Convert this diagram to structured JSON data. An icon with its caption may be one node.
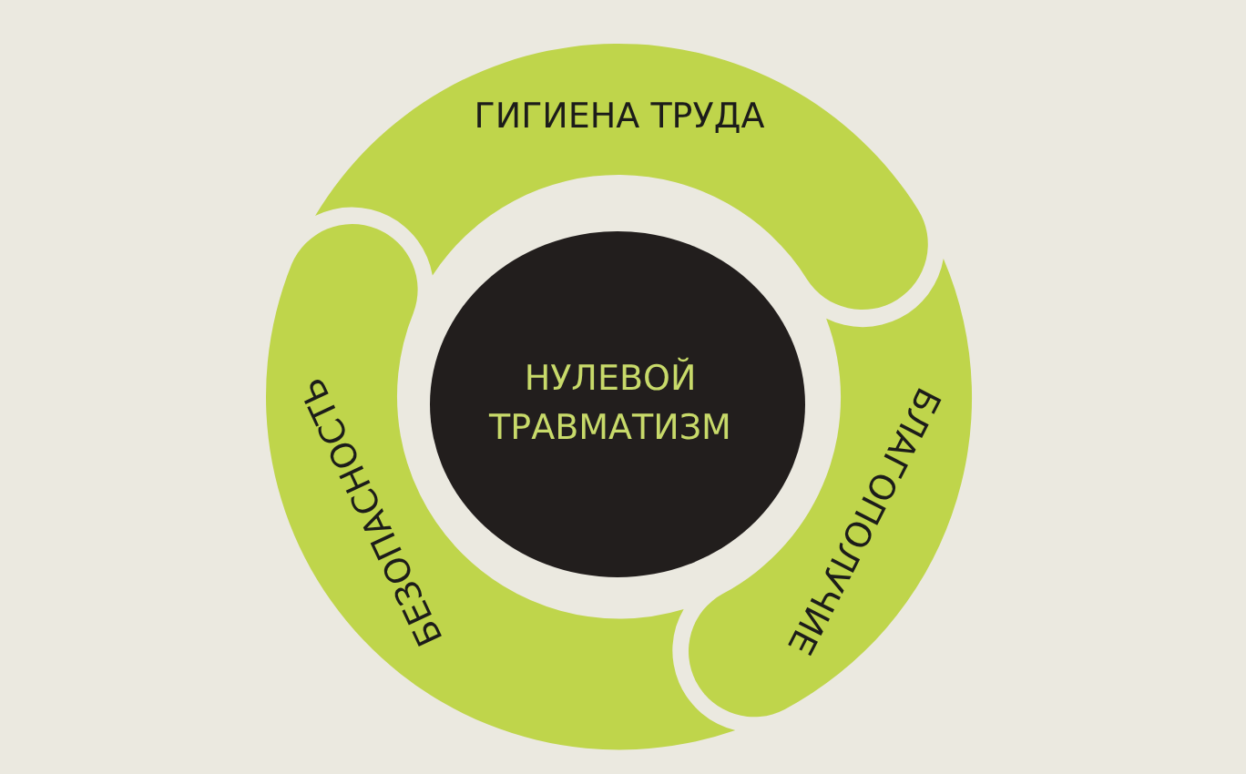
{
  "diagram": {
    "nodes": [
      {
        "text": [
          "ГИГИЕНА ТРУДА"
        ]
      },
      {
        "text": [
          "НУЛЕВОЙ ТРАВМАТИЗМ"
        ]
      },
      {
        "text": [
          "БЛАГОПОЛУЧИЕ"
        ]
      },
      {
        "text": [
          "БЕЗОПАСНОСТЬ"
        ]
      }
    ]
  }
}
